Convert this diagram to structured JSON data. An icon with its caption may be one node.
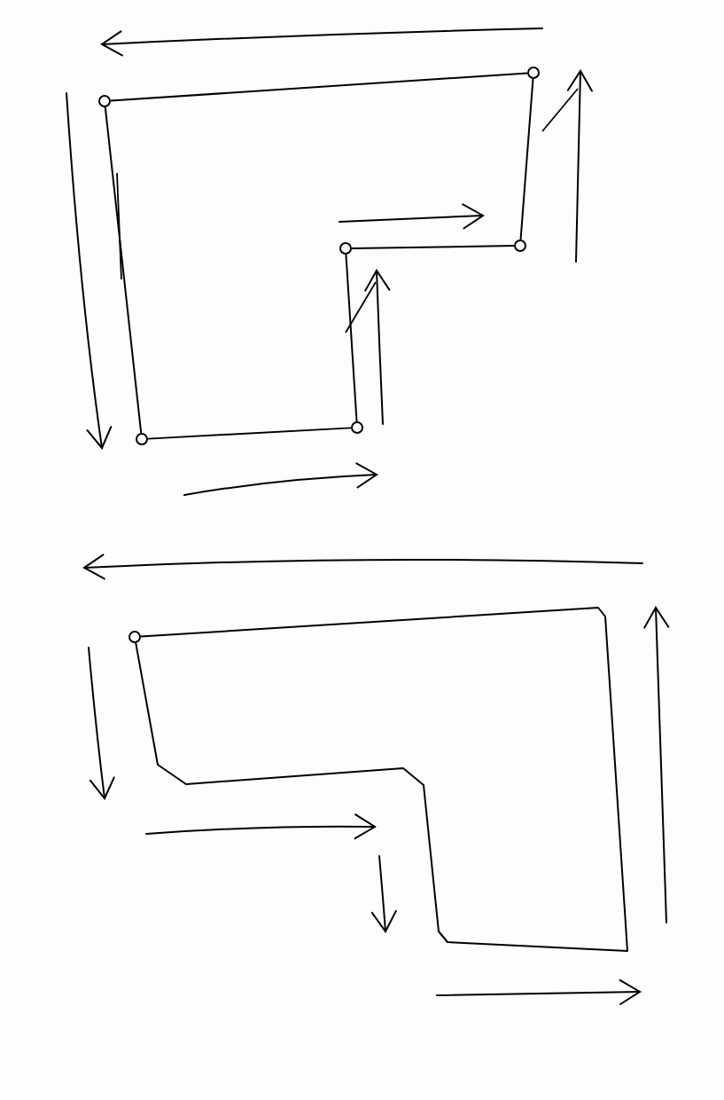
{
  "diagram": {
    "nodes": [
      {
        "text": [],
        "shape": "circle"
      },
      {
        "text": [],
        "shape": "circle"
      },
      {
        "text": [],
        "shape": "circle"
      },
      {
        "text": [],
        "shape": "circle"
      },
      {
        "text": [],
        "shape": "circle"
      },
      {
        "text": [],
        "shape": "circle"
      },
      {
        "text": [],
        "shape": "circle"
      }
    ],
    "edges": [
      {
        "from": 0,
        "to": 1,
        "arrow": "none"
      },
      {
        "from": 1,
        "to": 2,
        "arrow": "none"
      },
      {
        "from": 2,
        "to": 3,
        "arrow": "none"
      },
      {
        "from": 3,
        "to": 4,
        "arrow": "none"
      },
      {
        "from": 4,
        "to": 5,
        "arrow": "none"
      },
      {
        "from": 5,
        "to": 0,
        "arrow": "none"
      },
      {
        "from": 6,
        "to": 6,
        "arrow": "none"
      }
    ]
  }
}
